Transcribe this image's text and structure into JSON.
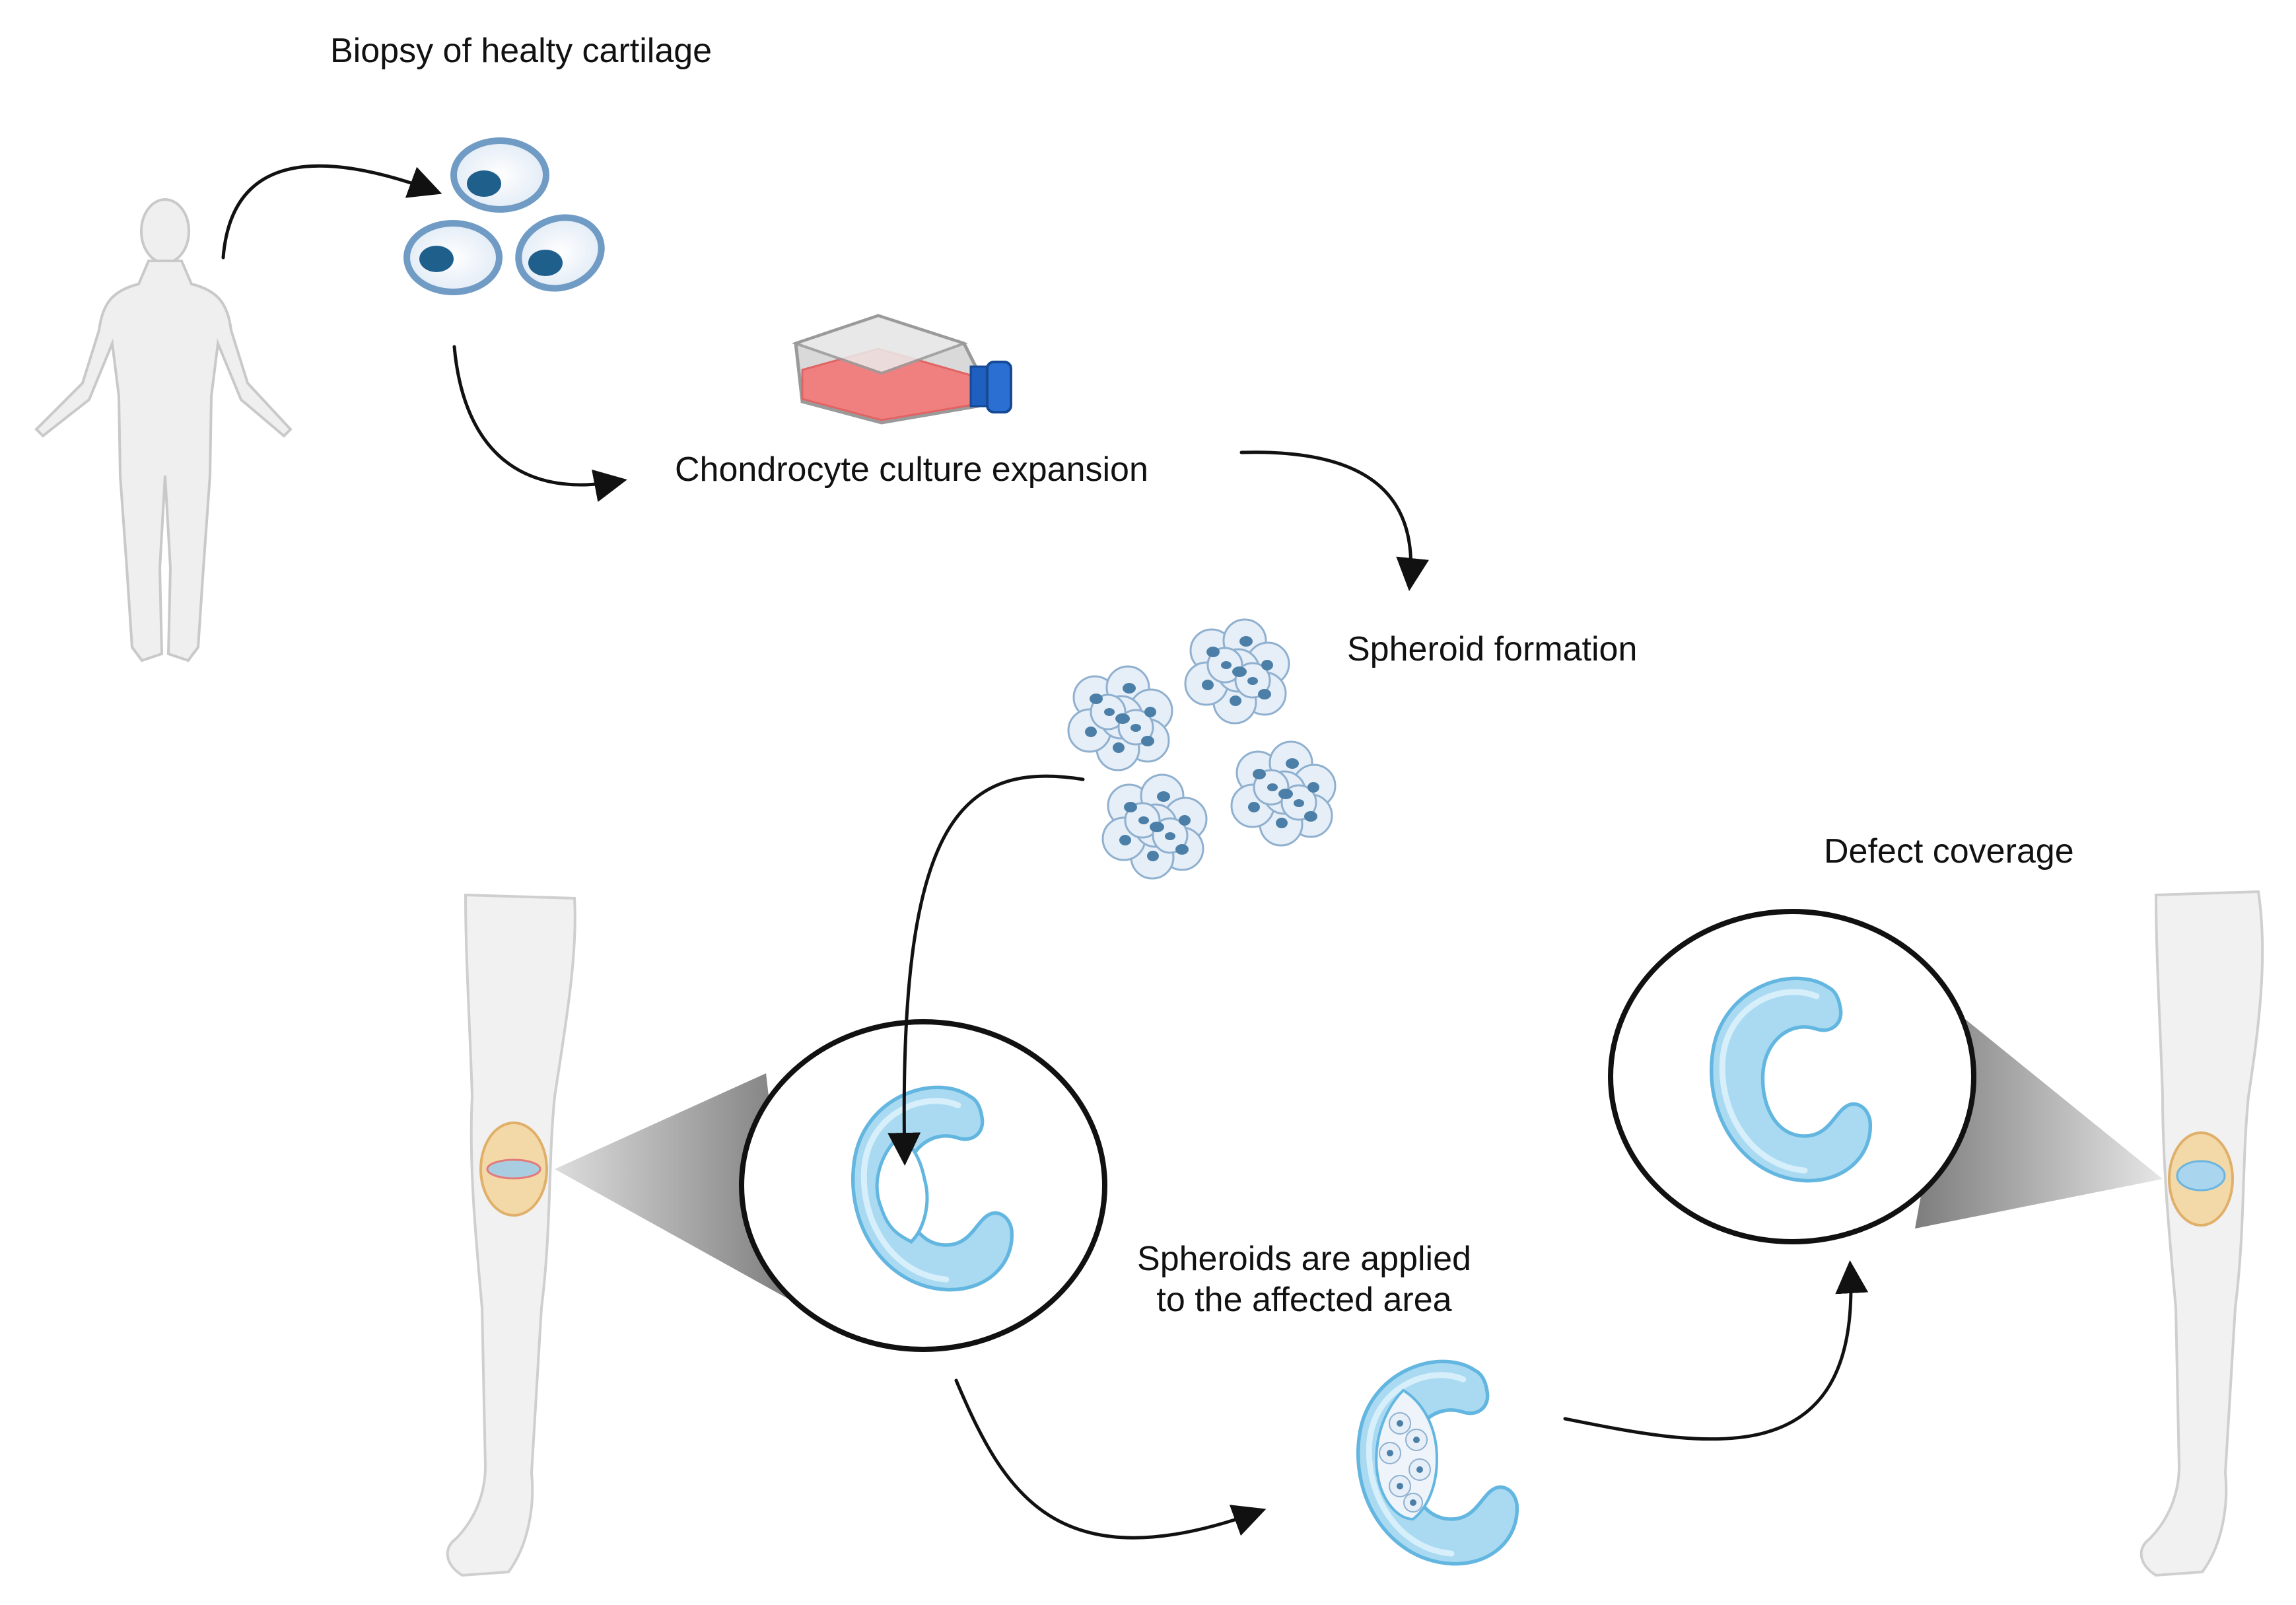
{
  "labels": {
    "biopsy": "Biopsy of healty cartilage",
    "expansion": "Chondrocyte culture expansion",
    "spheroid_formation": "Spheroid formation",
    "defect_coverage": "Defect coverage",
    "applied_line1": "Spheroids are applied",
    "applied_line2": "to the affected area"
  },
  "colors": {
    "cell_fill": "#dce8f4",
    "cell_border": "#6f9bc4",
    "nucleus": "#1f5f8c",
    "cartilage": "#a8d8f0",
    "cartilage_dark": "#6cbfe6",
    "flask_media": "#f08080",
    "flask_cap": "#2a6fd1",
    "body_fill": "#efefef",
    "body_stroke": "#c8c8c8",
    "arrow": "#111111",
    "magnifier_ring": "#111111"
  },
  "icons": [
    "human-body-icon",
    "chondrocyte-cell-icon",
    "culture-flask-icon",
    "spheroid-icon",
    "leg-icon",
    "knee-joint-icon",
    "meniscus-cartilage-icon",
    "magnifier-circle-icon",
    "arrow-icon"
  ]
}
